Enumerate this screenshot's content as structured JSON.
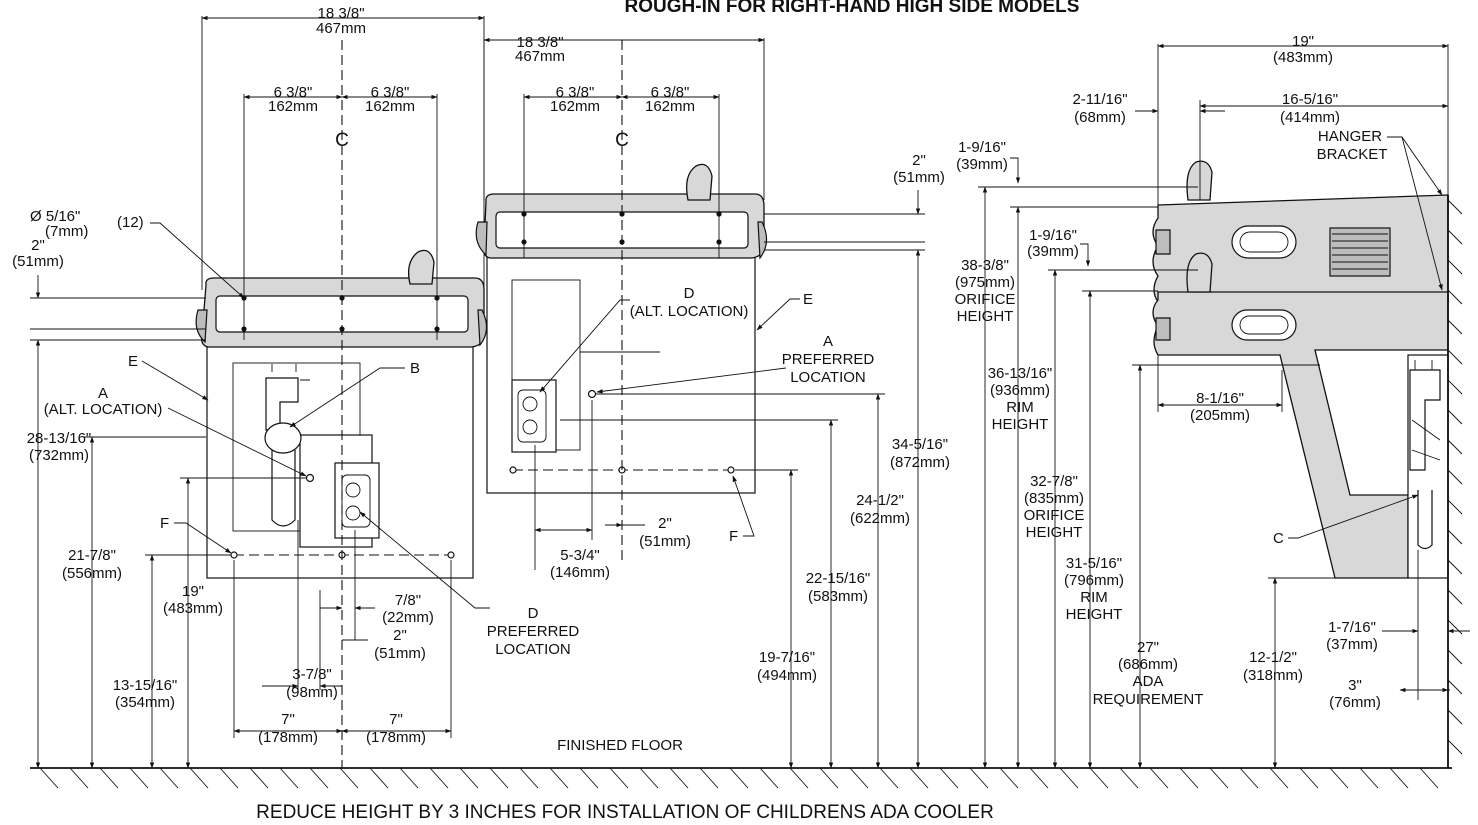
{
  "title": "ROUGH-IN FOR RIGHT-HAND HIGH SIDE MODELS",
  "footer_note": "REDUCE HEIGHT BY 3 INCHES FOR INSTALLATION OF CHILDRENS ADA COOLER",
  "floor_label": "FINISHED FLOOR",
  "centerline_symbol": "C",
  "left_view": {
    "overall_in": "18 3/8\"",
    "overall_mm": "467mm",
    "half_l_in": "6 3/8\"",
    "half_l_mm": "162mm",
    "half_r_in": "6 3/8\"",
    "half_r_mm": "162mm",
    "hole_dia": "Ø 5/16\"",
    "hole_mm": "(7mm)",
    "hole_qty": "(12)",
    "top_in": "2\"",
    "top_mm": "(51mm)",
    "e": "E",
    "b": "B",
    "f": "F",
    "a": "A",
    "a_note": "(ALT. LOCATION)",
    "d": "D",
    "d_note1": "PREFERRED",
    "d_note2": "LOCATION",
    "h1_in": "28-13/16\"",
    "h1_mm": "(732mm)",
    "h2_in": "21-7/8\"",
    "h2_mm": "(556mm)",
    "h3_in": "19\"",
    "h3_mm": "(483mm)",
    "h4_in": "13-15/16\"",
    "h4_mm": "(354mm)",
    "w78_in": "7/8\"",
    "w78_mm": "(22mm)",
    "w2_in": "2\"",
    "w2_mm": "(51mm)",
    "w378_in": "3-7/8\"",
    "w378_mm": "(98mm)",
    "w7l_in": "7\"",
    "w7l_mm": "(178mm)",
    "w7r_in": "7\"",
    "w7r_mm": "(178mm)"
  },
  "mid_view": {
    "overall_in": "18 3/8\"",
    "overall_mm": "467mm",
    "half_l_in": "6 3/8\"",
    "half_l_mm": "162mm",
    "half_r_in": "6 3/8\"",
    "half_r_mm": "162mm",
    "top_in": "2\"",
    "top_mm": "(51mm)",
    "d": "D",
    "d_note": "(ALT. LOCATION)",
    "e": "E",
    "f": "F",
    "a": "A",
    "a_note1": "PREFERRED",
    "a_note2": "LOCATION",
    "h1_in": "34-5/16\"",
    "h1_mm": "(872mm)",
    "h2_in": "24-1/2\"",
    "h2_mm": "(622mm)",
    "h3_in": "22-15/16\"",
    "h3_mm": "(583mm)",
    "h4_in": "19-7/16\"",
    "h4_mm": "(494mm)",
    "w534_in": "5-3/4\"",
    "w534_mm": "(146mm)",
    "w2_in": "2\"",
    "w2_mm": "(51mm)"
  },
  "side_view": {
    "depth_in": "19\"",
    "depth_mm": "(483mm)",
    "off1_in": "2-11/16\"",
    "off1_mm": "(68mm)",
    "off2_in": "16-5/16\"",
    "off2_mm": "(414mm)",
    "hanger1": "HANGER",
    "hanger2": "BRACKET",
    "up_orf_in": "1-9/16\"",
    "up_orf_mm": "(39mm)",
    "lo_orf_in": "1-9/16\"",
    "lo_orf_mm": "(39mm)",
    "h1_in": "38-3/8\"",
    "h1_mm": "(975mm)",
    "h1_n1": "ORIFICE",
    "h1_n2": "HEIGHT",
    "h2_in": "36-13/16\"",
    "h2_mm": "(936mm)",
    "h2_n1": "RIM",
    "h2_n2": "HEIGHT",
    "h3_in": "32-7/8\"",
    "h3_mm": "(835mm)",
    "h3_n1": "ORIFICE",
    "h3_n2": "HEIGHT",
    "h4_in": "31-5/16\"",
    "h4_mm": "(796mm)",
    "h4_n1": "RIM",
    "h4_n2": "HEIGHT",
    "ada_in": "27\"",
    "ada_mm": "(686mm)",
    "ada_n1": "ADA",
    "ada_n2": "REQUIREMENT",
    "wd_in": "8-1/16\"",
    "wd_mm": "(205mm)",
    "c": "C",
    "h5_in": "12-1/2\"",
    "h5_mm": "(318mm)",
    "s1_in": "1-7/16\"",
    "s1_mm": "(37mm)",
    "s2_in": "3\"",
    "s2_mm": "(76mm)"
  }
}
